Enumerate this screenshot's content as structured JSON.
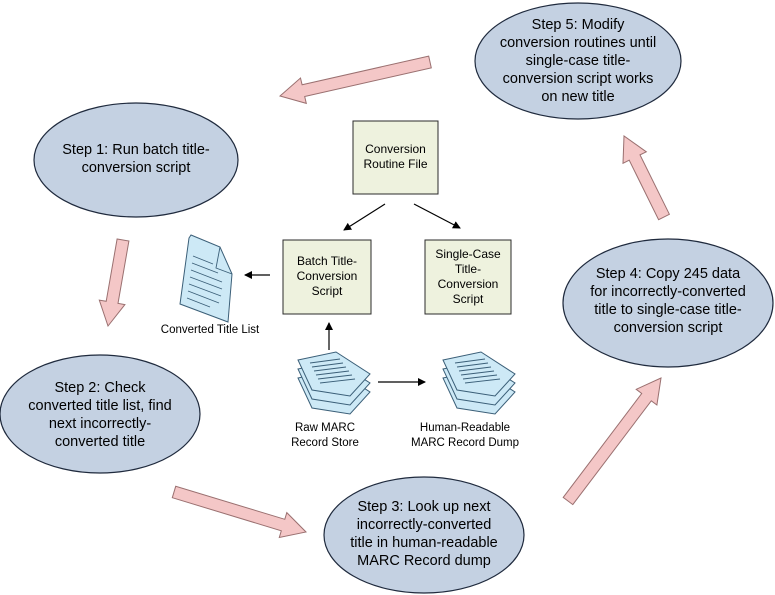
{
  "colors": {
    "ellipse_fill": "#c4d1e2",
    "ellipse_stroke": "#1f2a3d",
    "box_fill": "#eef2de",
    "box_stroke": "#2b2b2b",
    "big_arrow_fill": "#f4c7c7",
    "big_arrow_stroke": "#9a7070",
    "doc_fill": "#cde9f6",
    "doc_stroke": "#3b5f78"
  },
  "steps": [
    {
      "id": "step1",
      "label": "Step 1: Run batch title-\nconversion script"
    },
    {
      "id": "step2",
      "label": "Step 2: Check\nconverted title list, find\nnext incorrectly-\nconverted title"
    },
    {
      "id": "step3",
      "label": "Step 3: Look up next\nincorrectly-converted\ntitle in human-readable\nMARC Record dump"
    },
    {
      "id": "step4",
      "label": "Step 4: Copy 245 data\nfor incorrectly-converted\ntitle to single-case title-\nconversion script"
    },
    {
      "id": "step5",
      "label": "Step 5: Modify\nconversion routines until\nsingle-case title-\nconversion script works\non new title"
    }
  ],
  "boxes": {
    "conversion_routine": "Conversion\nRoutine File",
    "batch_script": "Batch Title-\nConversion\nScript",
    "single_case_script": "Single-Case\nTitle-\nConversion\nScript"
  },
  "documents": {
    "converted_title_list": "Converted Title List",
    "raw_marc": "Raw MARC\nRecord Store",
    "human_readable_marc": "Human-Readable\nMARC Record Dump"
  }
}
